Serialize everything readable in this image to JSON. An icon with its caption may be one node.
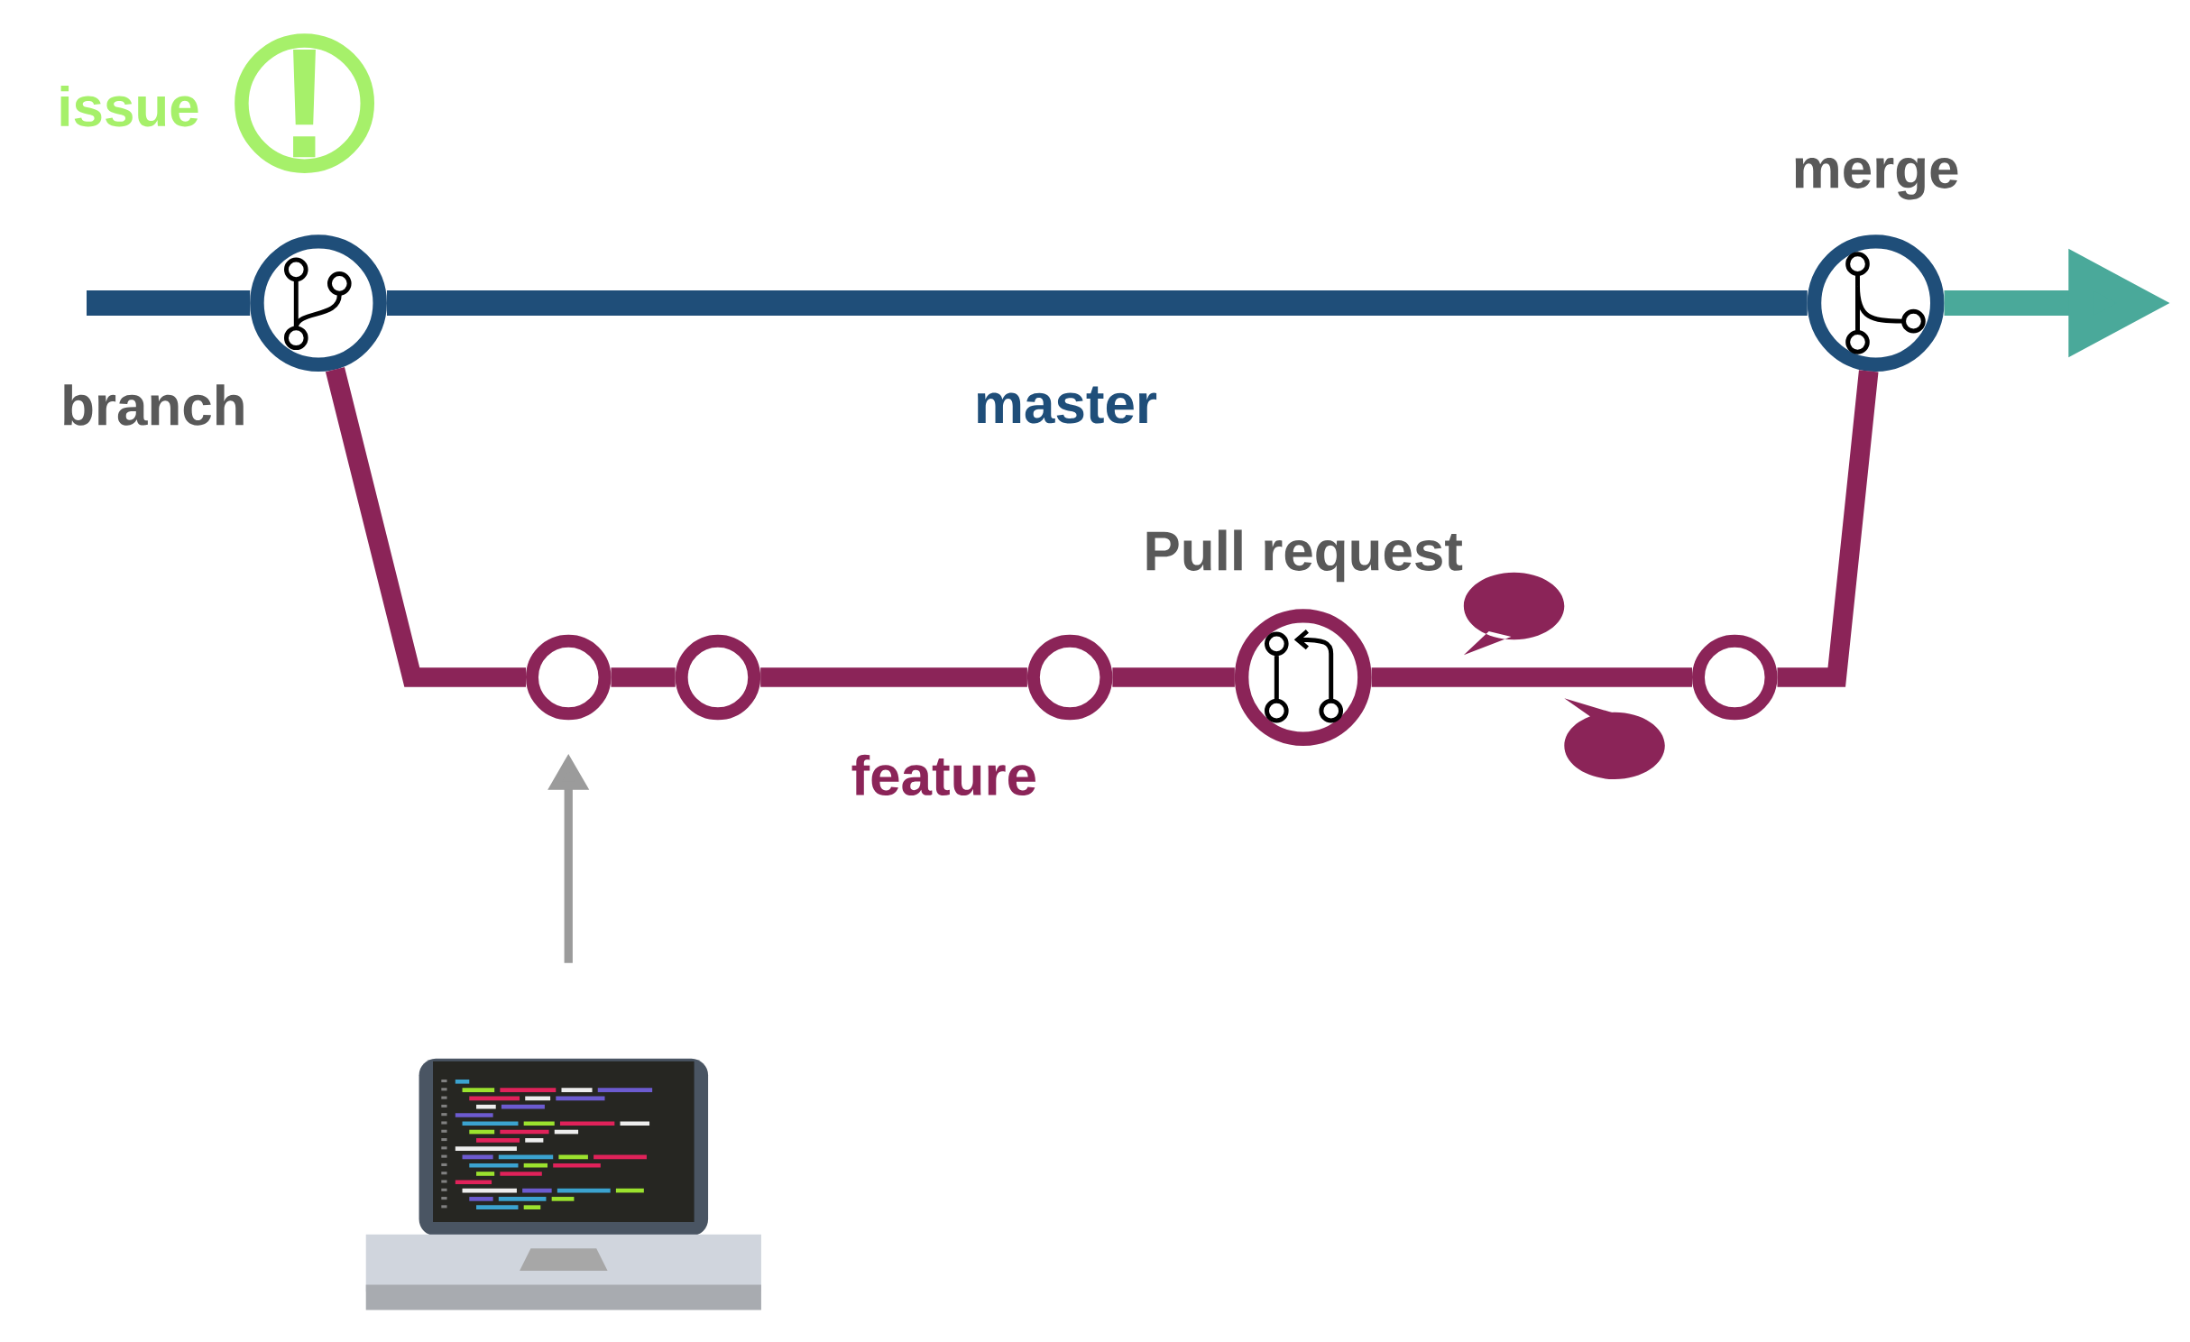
{
  "diagram": {
    "nodes": [
      {
        "text": [
          "!"
        ],
        "beside": [
          "issue"
        ]
      },
      {
        "text": [],
        "shape": "circle",
        "beside": [
          "branch"
        ]
      },
      {
        "text": [],
        "shape": "circle",
        "beside": [
          "merge"
        ]
      },
      {
        "text": [],
        "shape": "circle"
      },
      {
        "text": [],
        "shape": "circle"
      },
      {
        "text": [],
        "shape": "circle"
      },
      {
        "text": [],
        "shape": "circle",
        "beside": [
          "Pull request"
        ]
      },
      {
        "text": [],
        "shape": "circle"
      },
      {
        "text": [],
        "shape": "picture"
      }
    ],
    "edges": [
      {
        "from": null,
        "to": 1,
        "arrow": "none",
        "color": "#1f4e79"
      },
      {
        "from": 1,
        "to": 2,
        "arrow": "none",
        "label": "master",
        "color": "#1f4e79"
      },
      {
        "from": 2,
        "to": null,
        "arrow": "to",
        "color": "#4aa99a"
      },
      {
        "from": 1,
        "to": 3,
        "arrow": "none"
      },
      {
        "from": 3,
        "to": 4,
        "arrow": "none"
      },
      {
        "from": 4,
        "to": 5,
        "arrow": "none",
        "label": "feature"
      },
      {
        "from": 5,
        "to": 6,
        "arrow": "none"
      },
      {
        "from": 6,
        "to": 7,
        "arrow": "none"
      },
      {
        "from": 7,
        "to": 2,
        "arrow": "none"
      },
      {
        "from": 8,
        "to": 3,
        "arrow": "to",
        "color": "#9b9b9b"
      }
    ]
  }
}
